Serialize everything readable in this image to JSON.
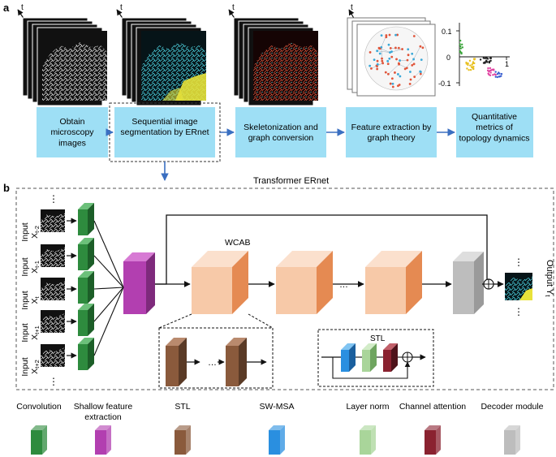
{
  "panel_a": {
    "label": "a",
    "time_axis": "t",
    "steps": [
      "Obtain microscopy images",
      "Sequential image segmentation by ERnet",
      "Skeletonization and graph conversion",
      "Feature extraction by graph theory",
      "Quantitative metrics of topology dynamics"
    ],
    "plot": {
      "y_top": "0.1",
      "y_zero": "0",
      "y_bottom": "-0.1",
      "x_right": "1"
    }
  },
  "panel_b": {
    "label": "b",
    "title": "Transformer ERnet",
    "inputs": [
      {
        "word": "Input",
        "sym": "X",
        "sub": "t-2"
      },
      {
        "word": "Input",
        "sym": "X",
        "sub": "t-1"
      },
      {
        "word": "Input",
        "sym": "X",
        "sub": "t"
      },
      {
        "word": "Input",
        "sym": "X",
        "sub": "t+1"
      },
      {
        "word": "Input",
        "sym": "X",
        "sub": "t+2"
      }
    ],
    "wcab": "WCAB",
    "stl": "STL",
    "dots": "…",
    "vdots": "⋮",
    "output": {
      "word": "Output",
      "sym": "Y",
      "sub": "t"
    }
  },
  "legend": [
    {
      "label": "Convolution",
      "color": "#2e8b3e"
    },
    {
      "label": "Shallow feature extraction",
      "color": "#b23fb0"
    },
    {
      "label": "STL",
      "color": "#8a5a3c"
    },
    {
      "label": "SW-MSA",
      "color": "#2a8fe0"
    },
    {
      "label": "Layer norm",
      "color": "#a9d59a"
    },
    {
      "label": "Channel attention",
      "color": "#8a2230"
    },
    {
      "label": "Decoder module",
      "color": "#bdbdbd"
    }
  ],
  "colors": {
    "box": "#9edff5",
    "arrow": "#3a6fc1",
    "wcab_front": "#f7c9a8",
    "wcab_side": "#e58a52"
  }
}
